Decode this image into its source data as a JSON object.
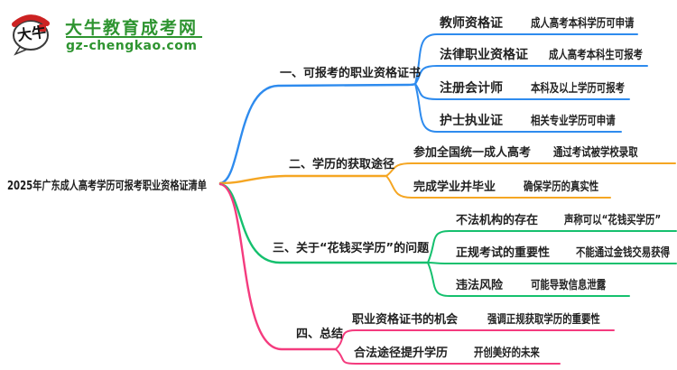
{
  "site": {
    "name": "大牛教育成考网",
    "domain": "gz-chengkao.com",
    "logo_characters": "大牛"
  },
  "root": {
    "title": "2025年广东成人高考学历可报考职业资格证清单"
  },
  "colors": {
    "blue": "#2e8bee",
    "orange": "#f5a623",
    "green": "#15c06e",
    "pink": "#f43b7e",
    "brand_green": "#2e9430",
    "logo_red": "#cc2222",
    "ink": "#1d1d1d"
  },
  "branches": [
    {
      "label": "一、可报考的职业资格证书",
      "children": [
        {
          "label": "教师资格证",
          "detail": "成人高考本科学历可申请"
        },
        {
          "label": "法律职业资格证",
          "detail": "成人高考本科生可报考"
        },
        {
          "label": "注册会计师",
          "detail": "本科及以上学历可报考"
        },
        {
          "label": "护士执业证",
          "detail": "相关专业学历可申请"
        }
      ]
    },
    {
      "label": "二、学历的获取途径",
      "children": [
        {
          "label": "参加全国统一成人高考",
          "detail": "通过考试被学校录取"
        },
        {
          "label": "完成学业并毕业",
          "detail": "确保学历的真实性"
        }
      ]
    },
    {
      "label": "三、关于“花钱买学历”的问题",
      "children": [
        {
          "label": "不法机构的存在",
          "detail": "声称可以“花钱买学历”"
        },
        {
          "label": "正规考试的重要性",
          "detail": "不能通过金钱交易获得"
        },
        {
          "label": "违法风险",
          "detail": "可能导致信息泄露"
        }
      ]
    },
    {
      "label": "四、总结",
      "children": [
        {
          "label": "职业资格证书的机会",
          "detail": "强调正规获取学历的重要性"
        },
        {
          "label": "合法途径提升学历",
          "detail": "开创美好的未来"
        }
      ]
    }
  ]
}
